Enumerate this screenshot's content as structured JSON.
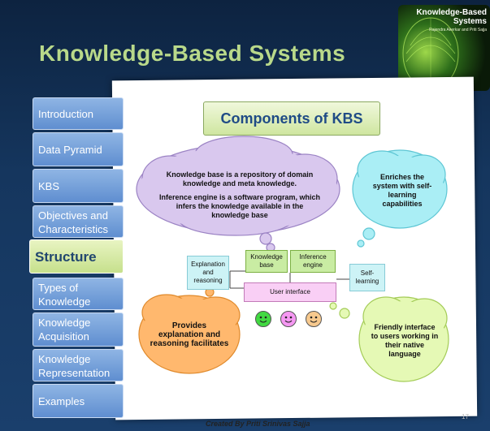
{
  "slide_title": "Knowledge-Based  Systems",
  "thumbnail": {
    "title": "Knowledge-Based Systems",
    "subtitle": "Rajendra Akerkar and Priti Sajja"
  },
  "nav": [
    {
      "label": "Introduction"
    },
    {
      "label": "Data Pyramid"
    },
    {
      "label": "KBS"
    },
    {
      "label": "Objectives and Characteristics"
    },
    {
      "label": "Structure",
      "active": true
    },
    {
      "label": "Types of Knowledge"
    },
    {
      "label": "Knowledge Acquisition"
    },
    {
      "label": "Knowledge Representation"
    },
    {
      "label": "Examples"
    }
  ],
  "components_title": "Components of KBS",
  "clouds": {
    "knowledge": "Knowledge base is a repository of domain knowledge and meta knowledge.",
    "inference": "Inference engine is a software program, which infers the knowledge available in the knowledge base",
    "learning": "Enriches the system with self-learning capabilities",
    "explanation": "Provides explanation and reasoning facilitates",
    "interface": "Friendly interface to users working in their native language"
  },
  "diagram": {
    "kb": "Knowledge base",
    "ie": "Inference engine",
    "er": "Explanation and reasoning",
    "sl": "Self-learning",
    "ui": "User interface"
  },
  "colors": {
    "nav": "#6f9ad7",
    "active": "#d7eaa6",
    "cloud_purple": "#d9c8ee",
    "cloud_cyan": "#aaeef5",
    "cloud_orange": "#ffb86e",
    "cloud_green": "#e5f9b5"
  },
  "footer": "Created By Priti Srinivas Sajja",
  "page_number": "17"
}
